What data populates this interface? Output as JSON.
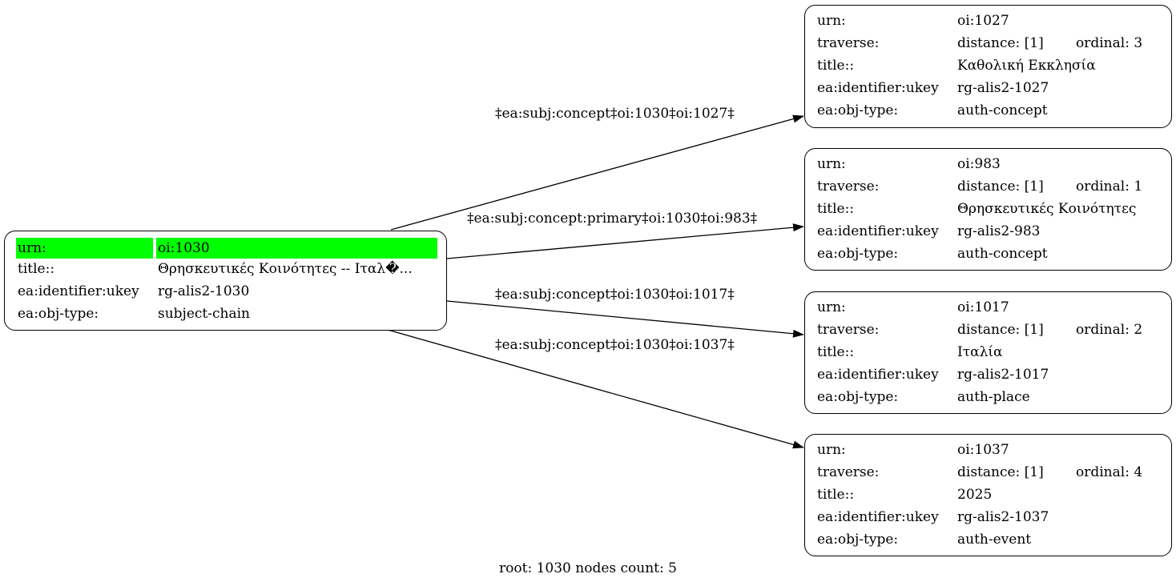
{
  "root": {
    "rows": [
      {
        "key": "urn:",
        "value": "oi:1030",
        "highlight": true
      },
      {
        "key": "title::",
        "value": "Θρησκευτικές Κοινότητες -- Ιταλ�..."
      },
      {
        "key": "ea:identifier:ukey",
        "value": "rg-alis2-1030"
      },
      {
        "key": "ea:obj-type:",
        "value": "subject-chain"
      }
    ]
  },
  "targets": [
    {
      "urn": "oi:1027",
      "distance": "distance: [1]",
      "ordinal": "ordinal: 3",
      "title": "Καθολική Εκκλησία",
      "ukey": "rg-alis2-1027",
      "objtype": "auth-concept"
    },
    {
      "urn": "oi:983",
      "distance": "distance: [1]",
      "ordinal": "ordinal: 1",
      "title": "Θρησκευτικές Κοινότητες",
      "ukey": "rg-alis2-983",
      "objtype": "auth-concept"
    },
    {
      "urn": "oi:1017",
      "distance": "distance: [1]",
      "ordinal": "ordinal: 2",
      "title": "Ιταλία",
      "ukey": "rg-alis2-1017",
      "objtype": "auth-place"
    },
    {
      "urn": "oi:1037",
      "distance": "distance: [1]",
      "ordinal": "ordinal: 4",
      "title": "2025",
      "ukey": "rg-alis2-1037",
      "objtype": "auth-event"
    }
  ],
  "target_keys": {
    "urn": "urn:",
    "traverse": "traverse:",
    "title": "title::",
    "ukey": "ea:identifier:ukey",
    "objtype": "ea:obj-type:"
  },
  "edges": [
    {
      "label": "‡ea:subj:concept‡oi:1030‡oi:1027‡"
    },
    {
      "label": "‡ea:subj:concept:primary‡oi:1030‡oi:983‡"
    },
    {
      "label": "‡ea:subj:concept‡oi:1030‡oi:1017‡"
    },
    {
      "label": "‡ea:subj:concept‡oi:1030‡oi:1037‡"
    }
  ],
  "footer": "root: 1030 nodes count: 5",
  "colors": {
    "highlight": "#00ff00",
    "stroke": "#000000"
  }
}
